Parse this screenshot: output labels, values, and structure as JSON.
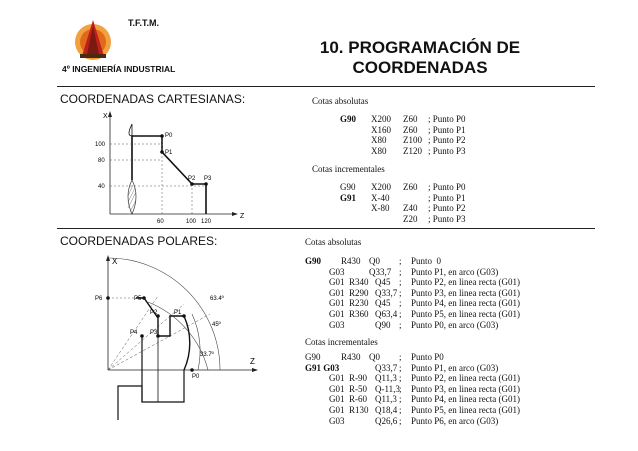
{
  "header": {
    "org": "T.F.T.M.",
    "dept": "4º INGENIERÍA INDUSTRIAL",
    "title_line1": "10. PROGRAMACIÓN DE",
    "title_line2": "COORDENADAS"
  },
  "cartesian": {
    "heading": "COORDENADAS CARTESIANAS:",
    "abs_title": "Cotas absolutas",
    "abs_rows": [
      {
        "g": "G90",
        "a": "X200",
        "b": "Z60",
        "c": "; Punto P0"
      },
      {
        "g": "",
        "a": "X160",
        "b": "Z60",
        "c": "; Punto P1"
      },
      {
        "g": "",
        "a": "X80",
        "b": "Z100",
        "c": "; Punto P2"
      },
      {
        "g": "",
        "a": "X80",
        "b": "Z120",
        "c": "; Punto P3"
      }
    ],
    "inc_title": "Cotas incrementales",
    "inc_rows": [
      {
        "g": "G90",
        "a": "X200",
        "b": "Z60",
        "c": "; Punto P0"
      },
      {
        "g": "G91",
        "a": "X-40",
        "b": "",
        "c": "; Punto P1"
      },
      {
        "g": "",
        "a": "X-80",
        "b": "Z40",
        "c": "; Punto P2"
      },
      {
        "g": "",
        "a": "",
        "b": "Z20",
        "c": "; Punto P3"
      }
    ],
    "diagram": {
      "axis_x": "X",
      "axis_z": "Z",
      "y_ticks": [
        "100",
        "80",
        "40"
      ],
      "z_ticks": [
        "60",
        "100",
        "120"
      ],
      "points": [
        "P0",
        "P1",
        "P2",
        "P3"
      ]
    }
  },
  "polar": {
    "heading": "COORDENADAS POLARES:",
    "abs_title": "Cotas absolutas",
    "abs_rows": [
      {
        "g": "G90",
        "a": "R430",
        "b": "Q0",
        "c": ";",
        "d": "Punto  0"
      },
      {
        "g": "G03",
        "a": "",
        "b": "Q33,7",
        "c": ";",
        "d": "Punto P1, en arco (G03)"
      },
      {
        "g": "G01",
        "a": "R340",
        "b": "Q45",
        "c": ";",
        "d": "Punto P2, en linea recta (G01)"
      },
      {
        "g": "G01",
        "a": "R290",
        "b": "Q33,7",
        "c": ";",
        "d": "Punto P3, en linea recta (G01)"
      },
      {
        "g": "G01",
        "a": "R230",
        "b": "Q45",
        "c": ";",
        "d": "Punto P4, en linea recta (G01)"
      },
      {
        "g": "G01",
        "a": "R360",
        "b": "Q63,4",
        "c": ";",
        "d": "Punto P5, en linea recta (G01)"
      },
      {
        "g": "G03",
        "a": "",
        "b": "Q90",
        "c": ";",
        "d": "Punto P0, en arco (G03)"
      }
    ],
    "inc_title": "Cotas incrementales",
    "inc_rows": [
      {
        "g": "G90",
        "a": "R430",
        "b": "Q0",
        "c": ";",
        "d": "Punto P0"
      },
      {
        "g": "G91 G03",
        "a": "",
        "b": "Q33,7",
        "c": ";",
        "d": "Punto P1, en arco (G03)"
      },
      {
        "g": "G01",
        "a": "R-90",
        "b": "Q11,3",
        "c": ";",
        "d": "Punto P2, en linea recta (G01)"
      },
      {
        "g": "G01",
        "a": "R-50",
        "b": "Q-11,3",
        "c": ";",
        "d": "Punto P3, en linea recta (G01)"
      },
      {
        "g": "G01",
        "a": "R-60",
        "b": "Q11,3",
        "c": ";",
        "d": "Punto P4, en linea recta (G01)"
      },
      {
        "g": "G01",
        "a": "R130",
        "b": "Q18,4",
        "c": ";",
        "d": "Punto P5, en linea recta (G01)"
      },
      {
        "g": "G03",
        "a": "",
        "b": "Q26,6",
        "c": ";",
        "d": "Punto P6, en arco (G03)"
      }
    ],
    "diagram": {
      "axis_x": "X",
      "axis_z": "Z",
      "angles": [
        "63.4º",
        "45º",
        "33.7º"
      ],
      "points": [
        "P6",
        "P5",
        "P4",
        "P3",
        "P2",
        "P1",
        "P0"
      ]
    }
  },
  "colors": {
    "logo_orange": "#e8841c",
    "logo_red": "#c0201c",
    "logo_dark": "#4a2a10"
  }
}
